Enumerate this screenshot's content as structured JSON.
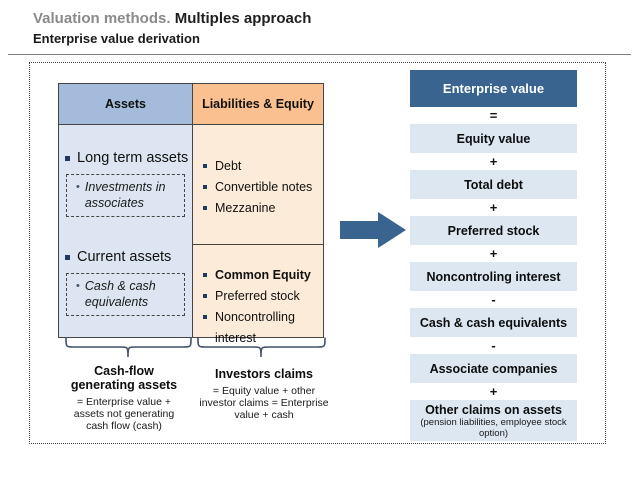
{
  "slide": {
    "title_prefix": "Valuation methods.",
    "title_main": " Multiples approach",
    "subtitle": "Enterprise value derivation"
  },
  "balance_sheet": {
    "col_assets": {
      "header": "Assets",
      "items": [
        {
          "label": "Long term assets",
          "sub": "Investments in associates"
        },
        {
          "label": "Current assets",
          "sub": "Cash & cash equivalents"
        }
      ]
    },
    "col_liabilities": {
      "header": "Liabilities & Equity",
      "debt_items": [
        "Debt",
        "Convertible notes",
        "Mezzanine"
      ],
      "equity_items": [
        "Common Equity",
        "Preferred stock",
        "Noncontrolling interest"
      ]
    }
  },
  "annotations": {
    "assets_brace": {
      "title": "Cash-flow generating assets",
      "formula": "= Enterprise value + assets not generating cash flow (cash)"
    },
    "claims_brace": {
      "title": "Investors claims",
      "formula": "= Equity value + other investor claims = Enterprise value + cash"
    }
  },
  "derivation": {
    "header": "Enterprise value",
    "steps": [
      {
        "op": "=",
        "label": "Equity value"
      },
      {
        "op": "+",
        "label": "Total debt"
      },
      {
        "op": "+",
        "label": "Preferred stock"
      },
      {
        "op": "+",
        "label": "Noncontroling interest"
      },
      {
        "op": "-",
        "label": "Cash & cash equivalents"
      },
      {
        "op": "-",
        "label": "Associate companies"
      },
      {
        "op": "+",
        "label": "Other claims on assets",
        "note": "(pension liabilities, employee stock option)"
      }
    ]
  },
  "colors": {
    "assets_header_bg": "#A4BBDB",
    "assets_body_bg": "#DCE5F1",
    "liabilities_header_bg": "#FAC090",
    "liabilities_body_bg": "#FDEBD9",
    "dark_blue": "#38648F",
    "step_box_bg": "#DCE7F2",
    "brace_navy": "#44546A",
    "bullet_navy": "#1F3864",
    "title_gray": "#8A8A8A"
  }
}
